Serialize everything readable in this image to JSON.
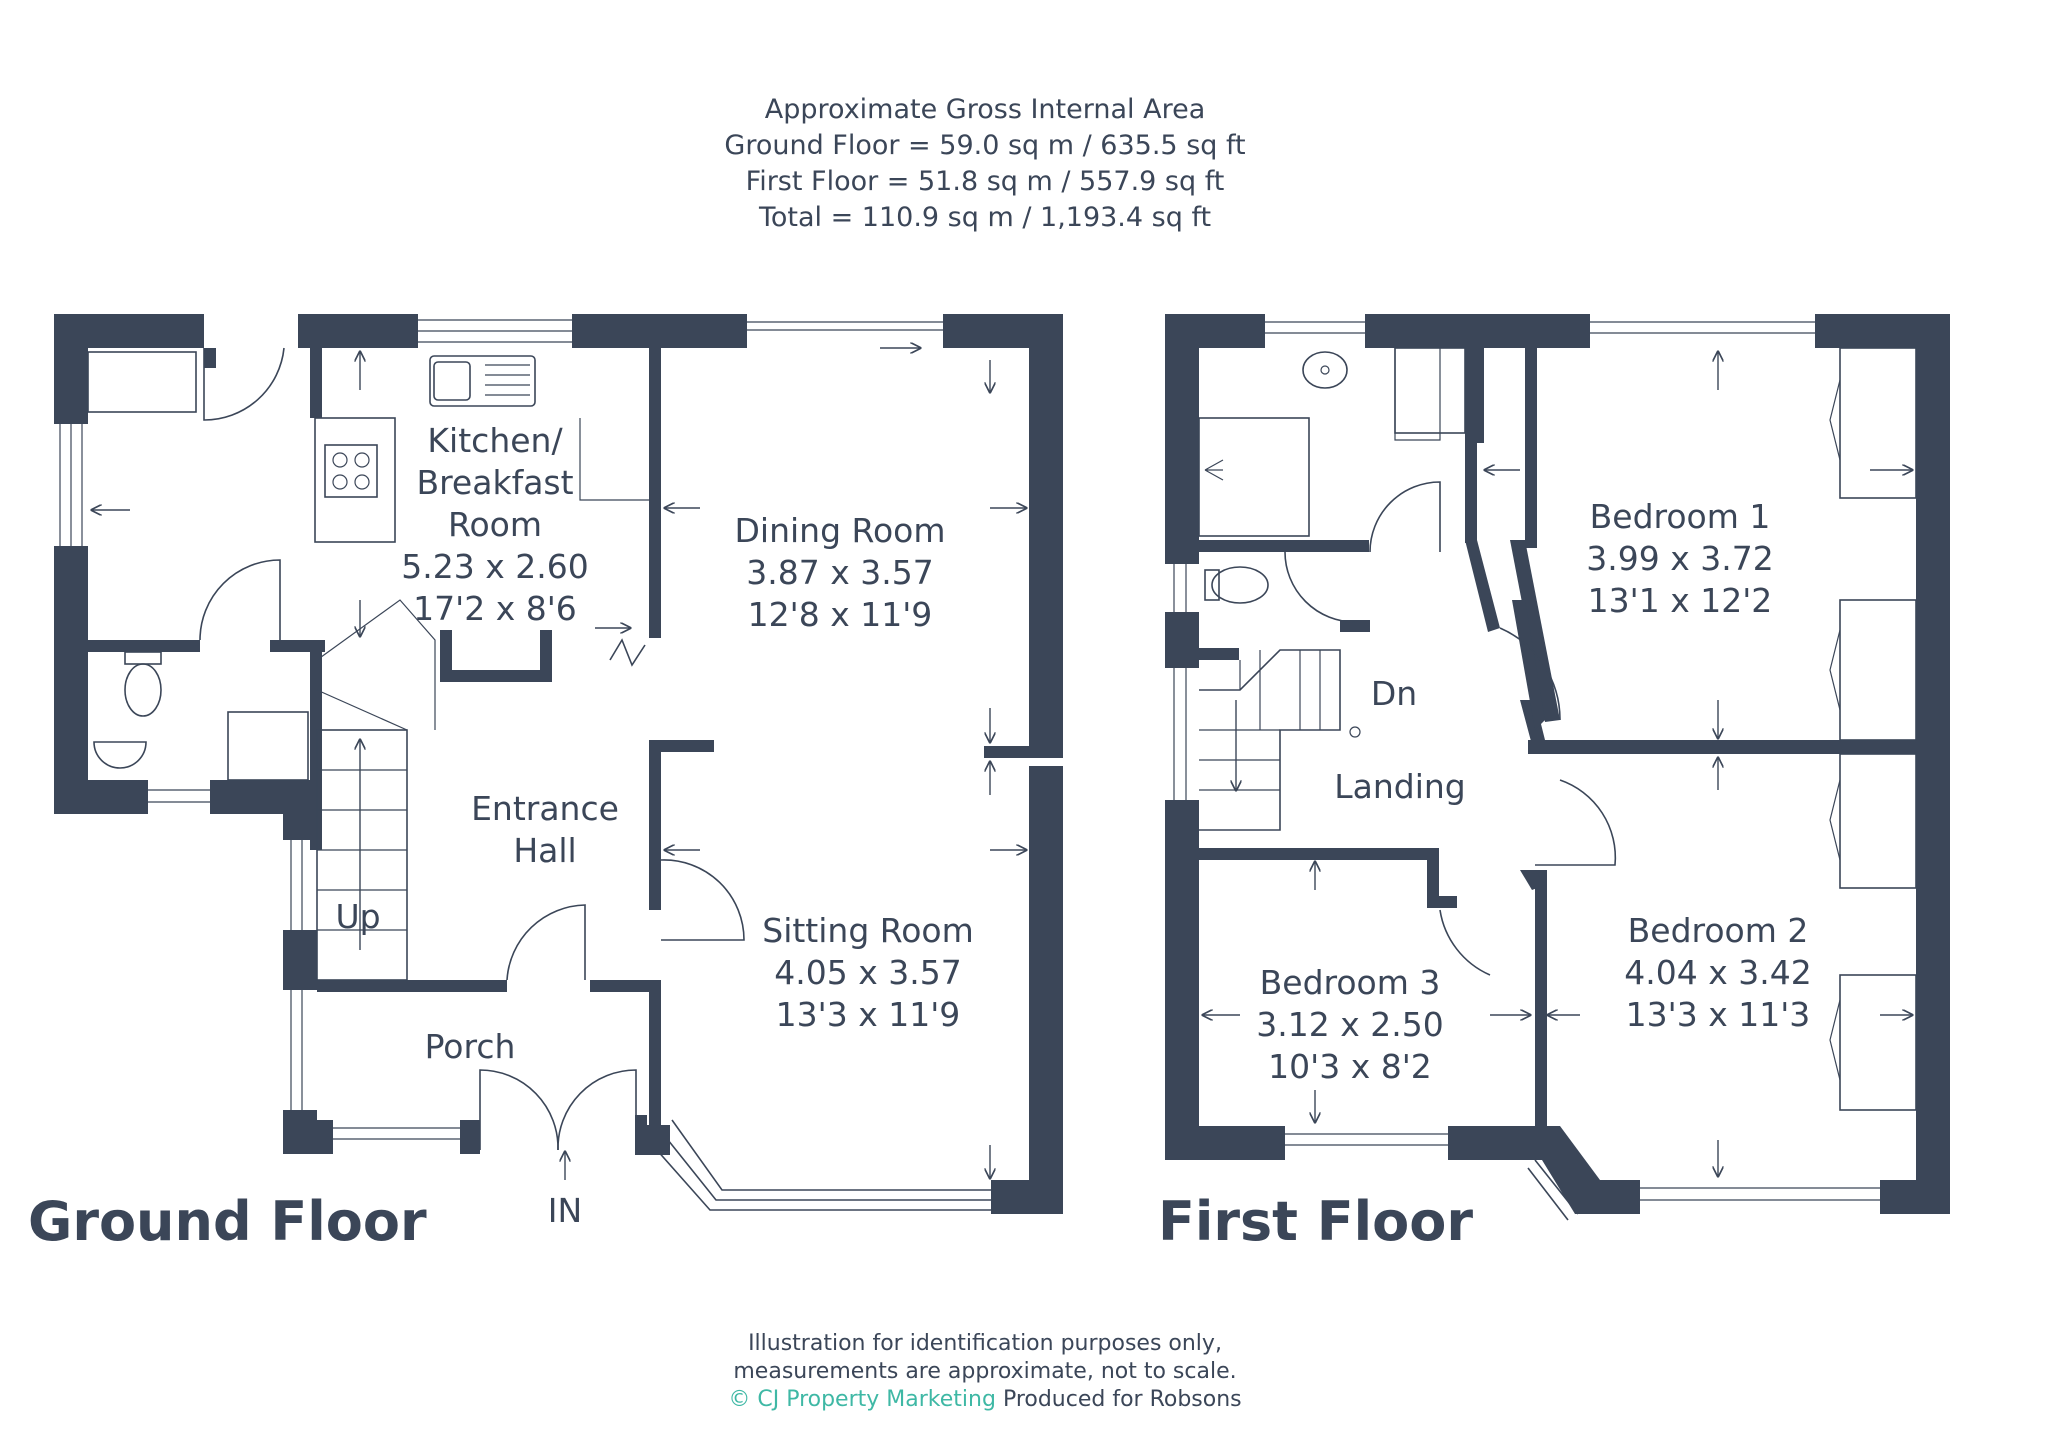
{
  "header": {
    "line1": "Approximate Gross Internal Area",
    "line2": "Ground Floor = 59.0 sq m / 635.5 sq ft",
    "line3": "First Floor = 51.8 sq m / 557.9 sq ft",
    "line4": "Total = 110.9 sq m / 1,193.4 sq ft"
  },
  "ground_floor": {
    "title": "Ground Floor",
    "kitchen": {
      "name1": "Kitchen/",
      "name2": "Breakfast",
      "name3": "Room",
      "metric": "5.23 x 2.60",
      "imperial": "17'2 x 8'6"
    },
    "dining": {
      "name": "Dining Room",
      "metric": "3.87 x 3.57",
      "imperial": "12'8 x 11'9"
    },
    "hall": {
      "name1": "Entrance",
      "name2": "Hall"
    },
    "sitting": {
      "name": "Sitting Room",
      "metric": "4.05 x 3.57",
      "imperial": "13'3 x 11'9"
    },
    "porch": {
      "name": "Porch"
    },
    "up": "Up",
    "entrance": "IN"
  },
  "first_floor": {
    "title": "First Floor",
    "bedroom1": {
      "name": "Bedroom 1",
      "metric": "3.99 x 3.72",
      "imperial": "13'1 x 12'2"
    },
    "bedroom2": {
      "name": "Bedroom 2",
      "metric": "4.04 x 3.42",
      "imperial": "13'3 x 11'3"
    },
    "bedroom3": {
      "name": "Bedroom 3",
      "metric": "3.12 x 2.50",
      "imperial": "10'3 x 8'2"
    },
    "landing": "Landing",
    "down": "Dn"
  },
  "footer": {
    "line1": "Illustration for identification purposes only,",
    "line2": "measurements are approximate, not to scale.",
    "brand": "© CJ Property Marketing",
    "produced": "Produced for Robsons"
  },
  "colors": {
    "wall": "#3b4658",
    "brand": "#3fb8a5"
  }
}
